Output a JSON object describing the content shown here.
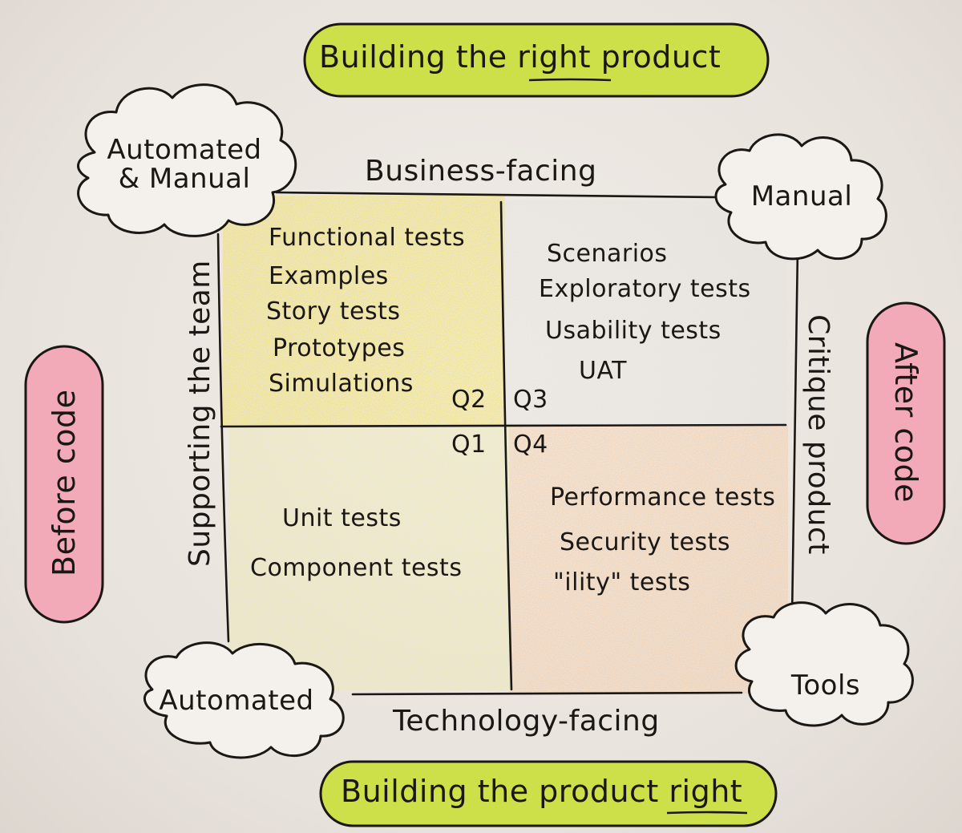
{
  "colors": {
    "pill_green": "#cde04a",
    "pill_pink": "#f2a9b8",
    "q2_yellow": "#f2dc28",
    "q1_yellow": "#ecea9a",
    "q3_gray": "#e2e0dc",
    "q4_orange": "#f8c08a",
    "ink": "#1a1714"
  },
  "top_pill": {
    "pre": "Building the",
    "emph": "right",
    "post": "product"
  },
  "bottom_pill": {
    "pre": "Building the product",
    "emph": "right"
  },
  "left_pill": {
    "text": "Before code"
  },
  "right_pill": {
    "text": "After code"
  },
  "axes": {
    "top": "Business-facing",
    "bottom": "Technology-facing",
    "left": "Supporting the team",
    "right": "Critique product"
  },
  "clouds": {
    "top_left": {
      "line1": "Automated",
      "line2": "& Manual"
    },
    "top_right": {
      "text": "Manual"
    },
    "bottom_left": {
      "text": "Automated"
    },
    "bottom_right": {
      "text": "Tools"
    }
  },
  "quadrants": {
    "q2": {
      "label": "Q2",
      "items": [
        "Functional tests",
        "Examples",
        "Story tests",
        "Prototypes",
        "Simulations"
      ]
    },
    "q3": {
      "label": "Q3",
      "items": [
        "Scenarios",
        "Exploratory tests",
        "Usability tests",
        "UAT"
      ]
    },
    "q1": {
      "label": "Q1",
      "items": [
        "Unit tests",
        "Component tests"
      ]
    },
    "q4": {
      "label": "Q4",
      "items": [
        "Performance tests",
        "Security tests",
        "\"ility\" tests"
      ]
    }
  }
}
